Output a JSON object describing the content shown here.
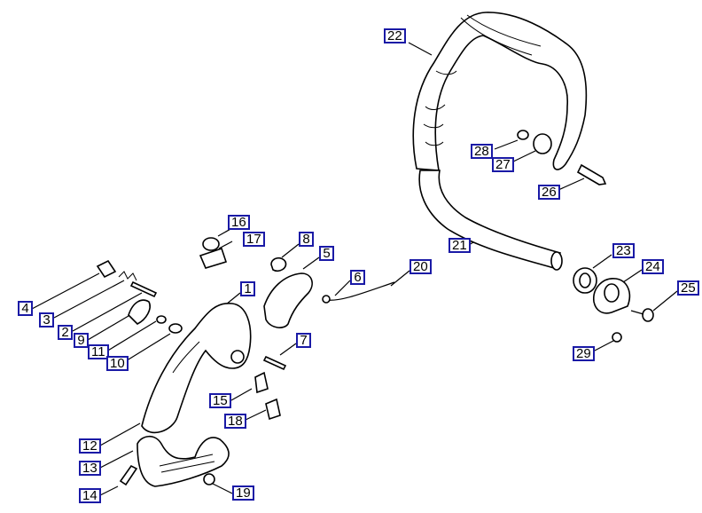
{
  "parts": [
    {
      "key": "p1",
      "label": "1"
    },
    {
      "key": "p2",
      "label": "2"
    },
    {
      "key": "p3",
      "label": "3"
    },
    {
      "key": "p4",
      "label": "4"
    },
    {
      "key": "p5",
      "label": "5"
    },
    {
      "key": "p6",
      "label": "6"
    },
    {
      "key": "p7",
      "label": "7"
    },
    {
      "key": "p8",
      "label": "8"
    },
    {
      "key": "p9",
      "label": "9"
    },
    {
      "key": "p10",
      "label": "10"
    },
    {
      "key": "p11",
      "label": "11"
    },
    {
      "key": "p12",
      "label": "12"
    },
    {
      "key": "p13",
      "label": "13"
    },
    {
      "key": "p14",
      "label": "14"
    },
    {
      "key": "p15",
      "label": "15"
    },
    {
      "key": "p16",
      "label": "16"
    },
    {
      "key": "p17",
      "label": "17"
    },
    {
      "key": "p18",
      "label": "18"
    },
    {
      "key": "p19",
      "label": "19"
    },
    {
      "key": "p20",
      "label": "20"
    },
    {
      "key": "p21",
      "label": "21"
    },
    {
      "key": "p22",
      "label": "22"
    },
    {
      "key": "p23",
      "label": "23"
    },
    {
      "key": "p24",
      "label": "24"
    },
    {
      "key": "p25",
      "label": "25"
    },
    {
      "key": "p26",
      "label": "26"
    },
    {
      "key": "p27",
      "label": "27"
    },
    {
      "key": "p28",
      "label": "28"
    },
    {
      "key": "p29",
      "label": "29"
    }
  ],
  "colors": {
    "callout_border": "#1a1aa6",
    "line": "#000000",
    "background": "#ffffff"
  }
}
